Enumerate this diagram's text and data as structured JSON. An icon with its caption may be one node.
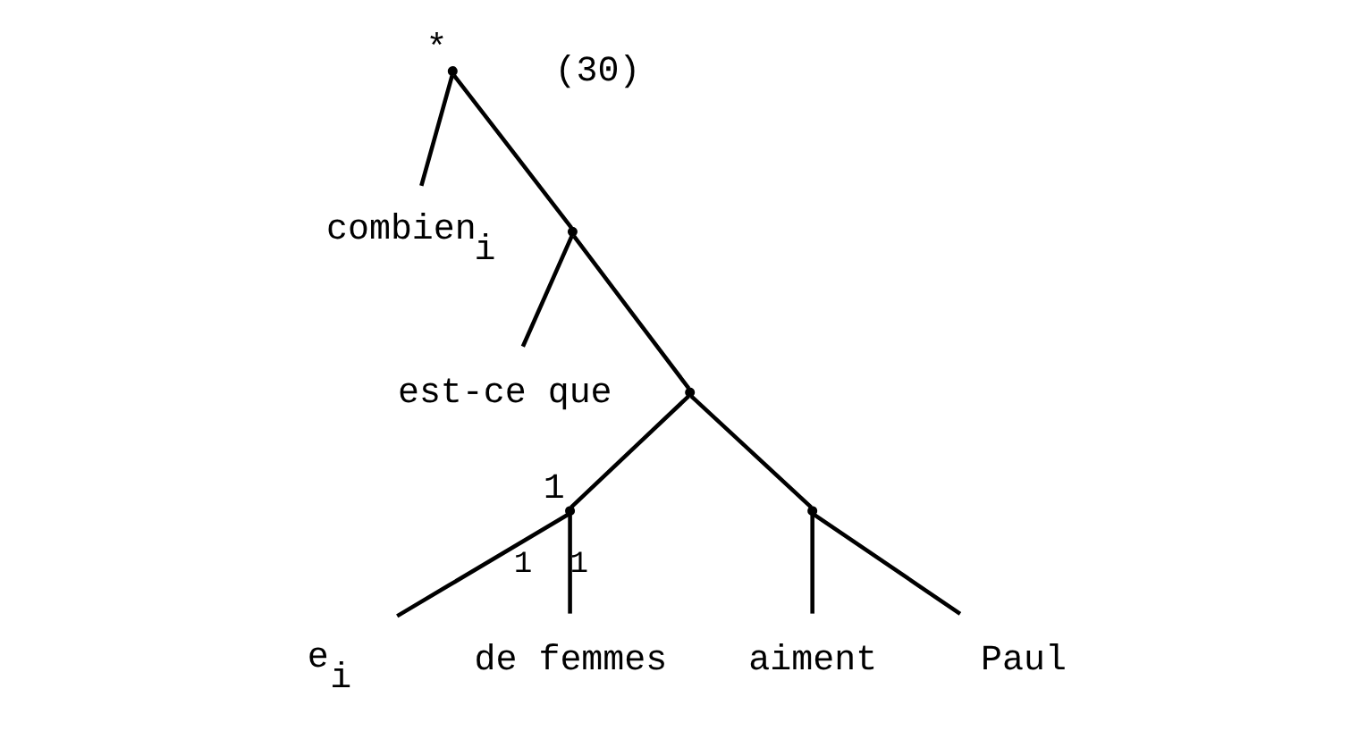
{
  "diagram": {
    "nodes": [
      {
        "text": [],
        "shape": "point",
        "beside": [
          "*"
        ]
      },
      {
        "text": [
          "combien$_{i}$"
        ]
      },
      {
        "text": [],
        "shape": "point"
      },
      {
        "text": [
          "est-ce que"
        ]
      },
      {
        "text": [],
        "shape": "point"
      },
      {
        "text": [],
        "shape": "point",
        "beside": [
          "1"
        ]
      },
      {
        "text": [
          "e$_{i}$"
        ]
      },
      {
        "text": [
          "de femmes"
        ]
      },
      {
        "text": [],
        "shape": "point"
      },
      {
        "text": [
          "aiment"
        ]
      },
      {
        "text": [
          "Paul"
        ]
      }
    ],
    "edges": [
      {
        "from": 0,
        "to": 1,
        "arrow": "none"
      },
      {
        "from": 0,
        "to": 2,
        "arrow": "none"
      },
      {
        "from": 2,
        "to": 3,
        "arrow": "none"
      },
      {
        "from": 2,
        "to": 4,
        "arrow": "none"
      },
      {
        "from": 4,
        "to": 5,
        "arrow": "none"
      },
      {
        "from": 5,
        "to": 6,
        "label": "1",
        "arrow": "none"
      },
      {
        "from": 5,
        "to": 7,
        "label": "1",
        "arrow": "none"
      },
      {
        "from": 4,
        "to": 8,
        "arrow": "none"
      },
      {
        "from": 8,
        "to": 9,
        "arrow": "none"
      },
      {
        "from": 8,
        "to": 10,
        "arrow": "none"
      }
    ],
    "labels": [
      "(30)"
    ]
  }
}
